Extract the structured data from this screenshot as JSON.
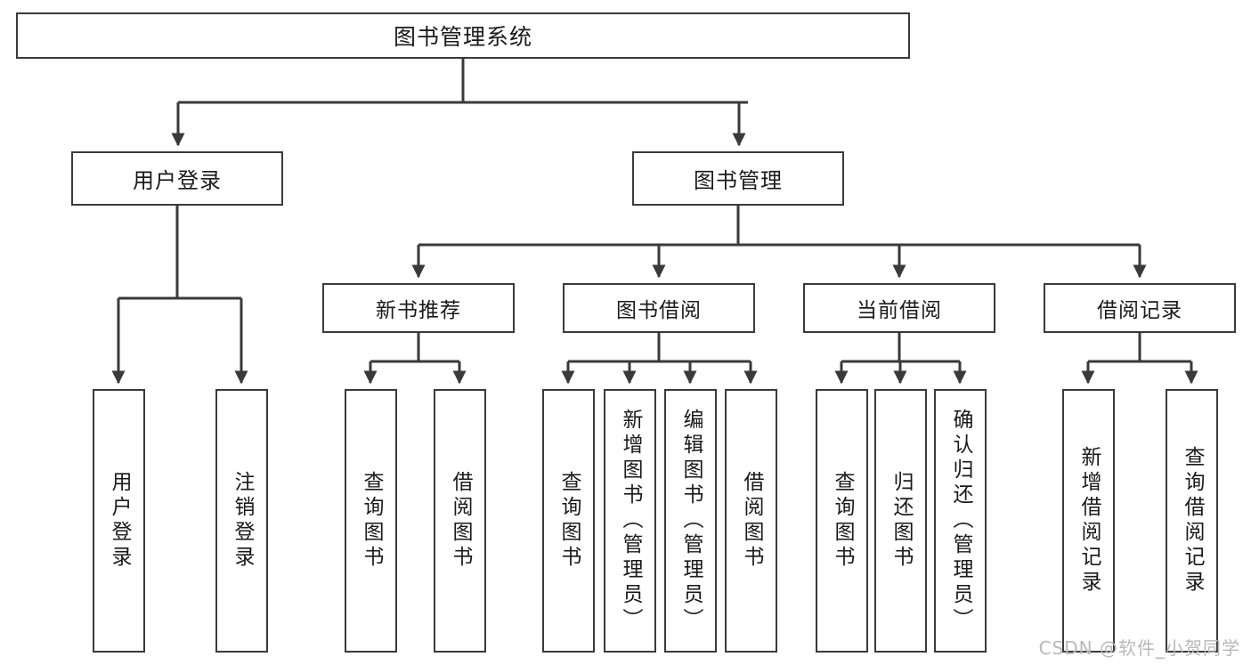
{
  "diagram": {
    "title": "图书管理系统",
    "watermark": "CSDN @软件_小贺同学",
    "edge_color": "#3a3a3a",
    "box_border_color": "#3a3a3a",
    "background_color": "#ffffff",
    "text_color": "#1a1a1a"
  },
  "nodes": {
    "root": {
      "label": "图书管理系统"
    },
    "level2": [
      {
        "label": "用户登录"
      },
      {
        "label": "图书管理"
      }
    ],
    "level3": [
      {
        "label": "新书推荐"
      },
      {
        "label": "图书借阅"
      },
      {
        "label": "当前借阅"
      },
      {
        "label": "借阅记录"
      }
    ],
    "leaves": {
      "user_login": [
        {
          "label": "用户登录"
        },
        {
          "label": "注销登录"
        }
      ],
      "new_book_recommend": [
        {
          "label": "查询图书"
        },
        {
          "label": "借阅图书"
        }
      ],
      "book_borrow": [
        {
          "label": "查询图书"
        },
        {
          "label": "新增图书（管理员）"
        },
        {
          "label": "编辑图书（管理员）"
        },
        {
          "label": "借阅图书"
        }
      ],
      "current_borrow": [
        {
          "label": "查询图书"
        },
        {
          "label": "归还图书"
        },
        {
          "label": "确认归还（管理员）"
        }
      ],
      "borrow_record": [
        {
          "label": "新增借阅记录"
        },
        {
          "label": "查询借阅记录"
        }
      ]
    }
  }
}
